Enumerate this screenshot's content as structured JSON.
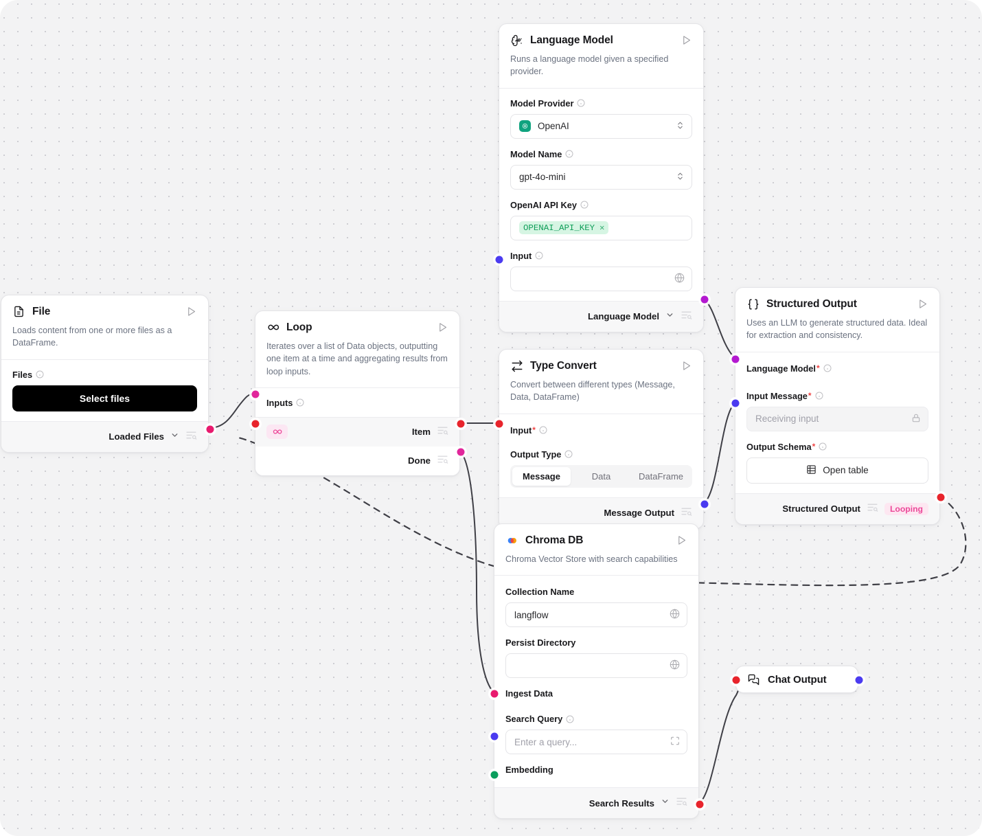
{
  "canvas": {
    "background": "#f3f3f4",
    "dot_color": "#cdcdd2"
  },
  "nodes": {
    "file": {
      "title": "File",
      "icon": "file-text-icon",
      "description": "Loads content from one or more files as a DataFrame.",
      "fields": {
        "files_label": "Files",
        "select_button": "Select files"
      },
      "output": {
        "label": "Loaded Files"
      }
    },
    "loop": {
      "title": "Loop",
      "icon": "infinity-icon",
      "description": "Iterates over a list of Data objects, outputting one item at a time and aggregating results from loop inputs.",
      "inputs_label": "Inputs",
      "outputs": {
        "item": "Item",
        "done": "Done"
      }
    },
    "language_model": {
      "title": "Language Model",
      "icon": "brain-circuit-icon",
      "description": "Runs a language model given a specified provider.",
      "fields": {
        "model_provider_label": "Model Provider",
        "model_provider_value": "OpenAI",
        "model_name_label": "Model Name",
        "model_name_value": "gpt-4o-mini",
        "api_key_label": "OpenAI API Key",
        "api_key_chip": "OPENAI_API_KEY",
        "input_label": "Input",
        "input_value": ""
      },
      "output": {
        "label": "Language Model"
      }
    },
    "type_convert": {
      "title": "Type Convert",
      "icon": "arrow-swap-icon",
      "description": "Convert between different types (Message, Data, DataFrame)",
      "fields": {
        "input_label": "Input",
        "output_type_label": "Output Type",
        "output_type_options": [
          "Message",
          "Data",
          "DataFrame"
        ],
        "output_type_selected": "Message"
      },
      "output": {
        "label": "Message Output"
      }
    },
    "structured_output": {
      "title": "Structured Output",
      "icon": "braces-icon",
      "description": "Uses an LLM to generate structured data. Ideal for extraction and consistency.",
      "fields": {
        "language_model_label": "Language Model",
        "input_message_label": "Input Message",
        "input_message_placeholder": "Receiving input",
        "output_schema_label": "Output Schema",
        "open_table_button": "Open table"
      },
      "output": {
        "label": "Structured Output",
        "badge": "Looping"
      }
    },
    "chroma_db": {
      "title": "Chroma DB",
      "icon": "chroma-logo-icon",
      "description": "Chroma Vector Store with search capabilities",
      "fields": {
        "collection_name_label": "Collection Name",
        "collection_name_value": "langflow",
        "persist_directory_label": "Persist Directory",
        "persist_directory_value": "",
        "ingest_data_label": "Ingest Data",
        "search_query_label": "Search Query",
        "search_query_placeholder": "Enter a query...",
        "embedding_label": "Embedding"
      },
      "output": {
        "label": "Search Results"
      }
    },
    "chat_output": {
      "title": "Chat Output",
      "icon": "message-square-icon"
    }
  },
  "handle_colors": {
    "red": "#e8242c",
    "pink": "#e81a6e",
    "magenta": "#e1269b",
    "purple": "#b41ad0",
    "blue": "#4b3bf0",
    "green": "#0b9e5d"
  }
}
